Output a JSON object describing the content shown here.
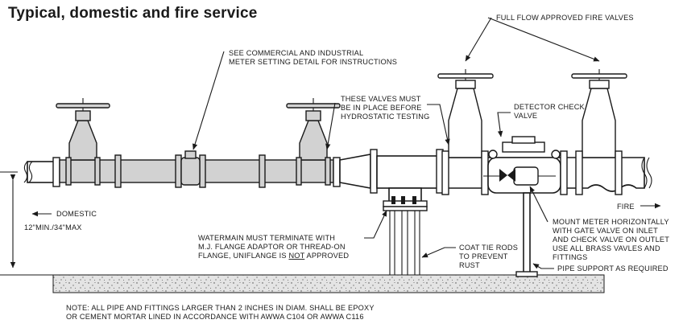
{
  "title": "Typical, domestic and fire service",
  "labels": {
    "fire_valves": "FULL FLOW APPROVED FIRE VALVES",
    "commercial_l1": "SEE COMMERCIAL AND INDUSTRIAL",
    "commercial_l2": "METER SETTING DETAIL FOR INSTRUCTIONS",
    "valves_l1": "THESE VALVES MUST",
    "valves_l2": "BE IN PLACE BEFORE",
    "valves_l3": "HYDROSTATIC TESTING",
    "detector_l1": "DETECTOR CHECK",
    "detector_l2": "VALVE",
    "fire": "FIRE",
    "domestic": "DOMESTIC",
    "min_max": "12\"MIN./34\"MAX",
    "mount_l1": "MOUNT METER HORIZONTALLY",
    "mount_l2": "WITH GATE VALVE ON INLET",
    "mount_l3": "AND CHECK VALVE ON OUTLET",
    "mount_l4": "USE ALL BRASS VAVLES AND",
    "mount_l5": "FITTINGS",
    "watermain_l1": "WATERMAIN MUST TERMINATE WITH",
    "watermain_l2": "M.J. FLANGE ADAPTOR OR THREAD-ON",
    "watermain_l3a": "FLANGE, UNIFLANGE IS ",
    "watermain_not": "NOT",
    "watermain_l3b": " APPROVED",
    "coat_l1": "COAT TIE RODS",
    "coat_l2": "TO PREVENT",
    "coat_l3": "RUST",
    "support": "PIPE SUPPORT AS REQUIRED",
    "note_l1": "NOTE: ALL PIPE AND FITTINGS LARGER THAN 2 INCHES IN DIAM. SHALL BE EPOXY",
    "note_l2": "OR CEMENT MORTAR LINED IN ACCORDANCE WITH AWWA C104 OR AWWA C116"
  },
  "colors": {
    "line": "#1a1a1a",
    "domestic_fill": "#d2d2d2",
    "ground_fill": "#e4e4e4"
  },
  "icons": [
    "arrow-left-icon",
    "arrow-right-icon",
    "dimension-arrow-icon"
  ]
}
